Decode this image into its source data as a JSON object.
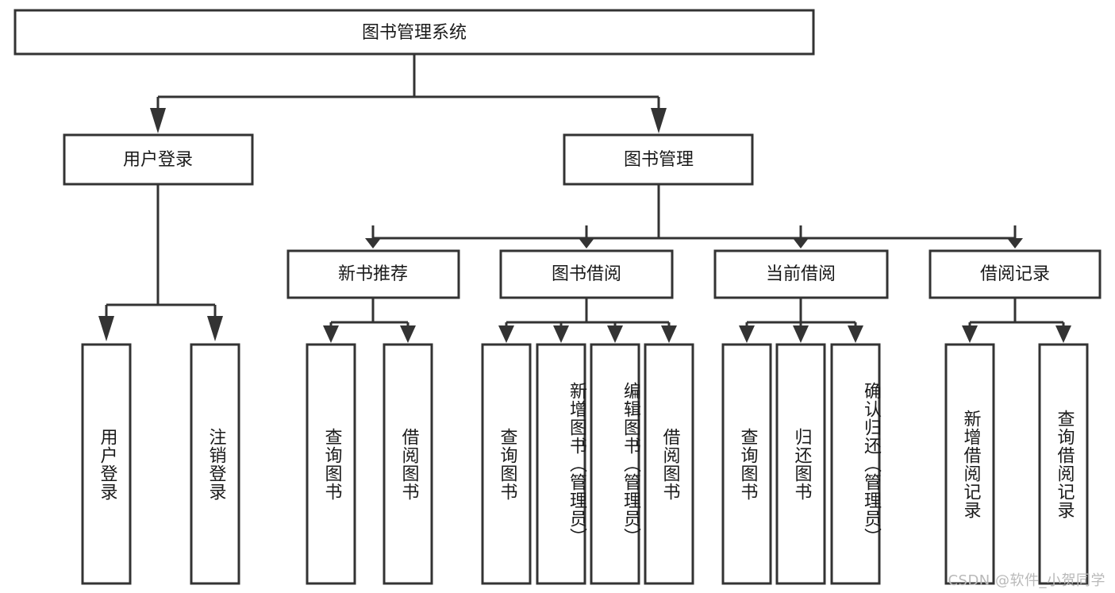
{
  "diagram": {
    "type": "tree",
    "title": "图书管理系统",
    "orientation": "top-down",
    "colors": {
      "box_fill": "#ffffff",
      "box_stroke": "#333333",
      "text": "#1a1a1a",
      "watermark": "#b9b9b9"
    },
    "root": {
      "id": "root",
      "label": "图书管理系统"
    },
    "level2": [
      {
        "id": "user-login",
        "label": "用户登录"
      },
      {
        "id": "book-manage",
        "label": "图书管理"
      }
    ],
    "level3": [
      {
        "id": "new-book-recommend",
        "label": "新书推荐"
      },
      {
        "id": "book-borrow",
        "label": "图书借阅"
      },
      {
        "id": "current-borrow",
        "label": "当前借阅"
      },
      {
        "id": "borrow-record",
        "label": "借阅记录"
      }
    ],
    "leaves": {
      "user-login": [
        {
          "id": "leaf-user-login",
          "label": "用户登录"
        },
        {
          "id": "leaf-logout-login",
          "label": "注销登录"
        }
      ],
      "new-book-recommend": [
        {
          "id": "leaf-query-book-1",
          "label": "查询图书"
        },
        {
          "id": "leaf-borrow-book-1",
          "label": "借阅图书"
        }
      ],
      "book-borrow": [
        {
          "id": "leaf-query-book-2",
          "label": "查询图书"
        },
        {
          "id": "leaf-add-book",
          "label": "新增图书（管理员）"
        },
        {
          "id": "leaf-edit-book",
          "label": "编辑图书（管理员）"
        },
        {
          "id": "leaf-borrow-book-2",
          "label": "借阅图书"
        }
      ],
      "current-borrow": [
        {
          "id": "leaf-query-book-3",
          "label": "查询图书"
        },
        {
          "id": "leaf-return-book",
          "label": "归还图书"
        },
        {
          "id": "leaf-confirm-return",
          "label": "确认归还（管理员）"
        }
      ],
      "borrow-record": [
        {
          "id": "leaf-add-record",
          "label": "新增借阅记录"
        },
        {
          "id": "leaf-query-record",
          "label": "查询借阅记录"
        }
      ]
    }
  },
  "watermark": {
    "text": "CSDN @软件_小贺同学"
  }
}
